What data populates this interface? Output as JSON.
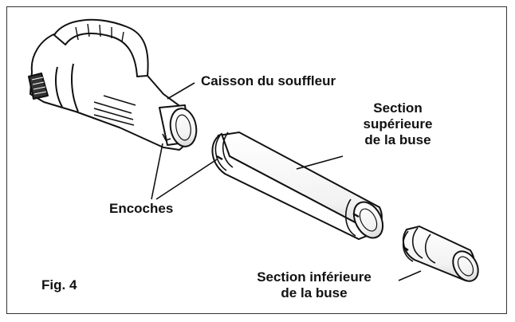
{
  "figure": {
    "label": "Fig. 4"
  },
  "labels": {
    "housing": "Caisson du souffleur",
    "upper_line1": "Section",
    "upper_line2": "supérieure",
    "upper_line3": "de la buse",
    "notches": "Encoches",
    "lower_line1": "Section inférieure",
    "lower_line2": "de la buse"
  },
  "colors": {
    "ink": "#111111",
    "frame": "#333333",
    "fill": "#ffffff",
    "shade": "#e6e6e6"
  }
}
